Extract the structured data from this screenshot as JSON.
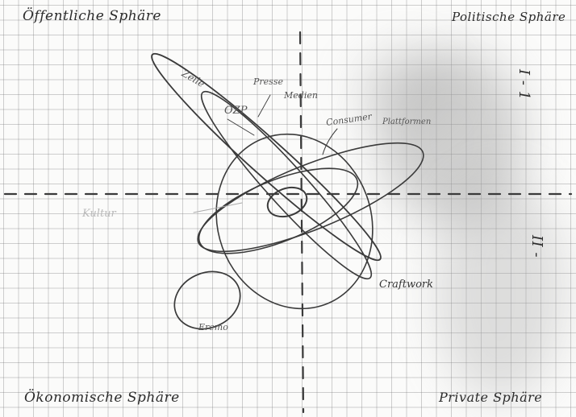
{
  "quadrants": {
    "top_left": "Öffentliche Sphäre",
    "top_right": "Politische Sphäre",
    "bottom_left": "Ökonomische Sphäre",
    "bottom_right": "Private Sphäre"
  },
  "shapes": {
    "ellipse_1_label": "Zeile",
    "ellipse_2_label": "Craftwork",
    "ellipse_3_label": "Eremo",
    "left_axis_label": "Kultur"
  },
  "annotations": {
    "a1": "Presse",
    "a2": "Medien",
    "a3": "OZP",
    "a4": "Consumer",
    "a5": "Plattformen",
    "right_top": "I - 1",
    "right_bottom": "II -"
  },
  "colors": {
    "pencil": "#3a3a3a",
    "grid": "#8a8a8a",
    "paper": "#fbfbfa"
  }
}
